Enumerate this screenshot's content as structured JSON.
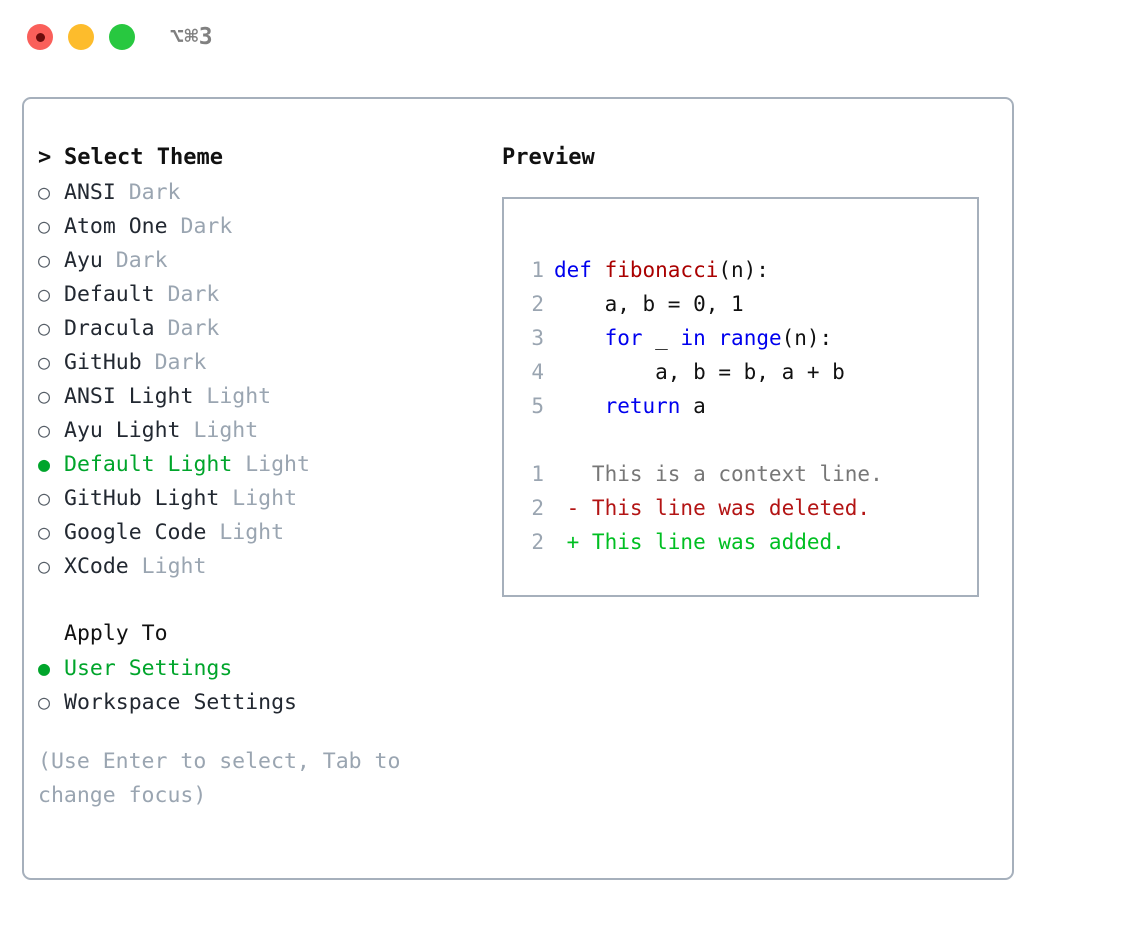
{
  "titlebar": {
    "shortcut": "⌥⌘3",
    "buttons": [
      {
        "name": "close",
        "color": "#fa5f5a"
      },
      {
        "name": "minimize",
        "color": "#fdbc2c"
      },
      {
        "name": "maximize",
        "color": "#28c840"
      }
    ]
  },
  "theme_picker": {
    "heading_prefix": ">",
    "heading": "Select Theme",
    "markers": {
      "selected": "●",
      "unselected": "○"
    },
    "items": [
      {
        "name": "ANSI",
        "category": "Dark",
        "selected": false
      },
      {
        "name": "Atom One",
        "category": "Dark",
        "selected": false
      },
      {
        "name": "Ayu",
        "category": "Dark",
        "selected": false
      },
      {
        "name": "Default",
        "category": "Dark",
        "selected": false
      },
      {
        "name": "Dracula",
        "category": "Dark",
        "selected": false
      },
      {
        "name": "GitHub",
        "category": "Dark",
        "selected": false
      },
      {
        "name": "ANSI Light",
        "category": "Light",
        "selected": false
      },
      {
        "name": "Ayu Light",
        "category": "Light",
        "selected": false
      },
      {
        "name": "Default Light",
        "category": "Light",
        "selected": true
      },
      {
        "name": "GitHub Light",
        "category": "Light",
        "selected": false
      },
      {
        "name": "Google Code",
        "category": "Light",
        "selected": false
      },
      {
        "name": "XCode",
        "category": "Light",
        "selected": false
      }
    ]
  },
  "apply_to": {
    "heading": "Apply To",
    "options": [
      {
        "label": "User Settings",
        "selected": true
      },
      {
        "label": "Workspace Settings",
        "selected": false
      }
    ]
  },
  "hint": "(Use Enter to select, Tab to change focus)",
  "preview": {
    "title": "Preview",
    "code_lines": [
      {
        "no": "1",
        "tokens": [
          {
            "text": "def ",
            "type": "kw"
          },
          {
            "text": "fibonacci",
            "type": "fn"
          },
          {
            "text": "(n):",
            "type": "plain"
          }
        ]
      },
      {
        "no": "2",
        "tokens": [
          {
            "text": "    a, b = 0, 1",
            "type": "plain"
          }
        ]
      },
      {
        "no": "3",
        "tokens": [
          {
            "text": "    ",
            "type": "plain"
          },
          {
            "text": "for",
            "type": "kw"
          },
          {
            "text": " _ ",
            "type": "plain"
          },
          {
            "text": "in",
            "type": "kw"
          },
          {
            "text": " ",
            "type": "plain"
          },
          {
            "text": "range",
            "type": "kw"
          },
          {
            "text": "(n):",
            "type": "plain"
          }
        ]
      },
      {
        "no": "4",
        "tokens": [
          {
            "text": "        a, b = b, a + b",
            "type": "plain"
          }
        ]
      },
      {
        "no": "5",
        "tokens": [
          {
            "text": "    ",
            "type": "plain"
          },
          {
            "text": "return",
            "type": "kw"
          },
          {
            "text": " a",
            "type": "plain"
          }
        ]
      }
    ],
    "diff_lines": [
      {
        "no": "1",
        "marker": " ",
        "text": " This is a context line.",
        "type": "ctx"
      },
      {
        "no": "2",
        "marker": "-",
        "text": " This line was deleted.",
        "type": "del"
      },
      {
        "no": "2",
        "marker": "+",
        "text": " This line was added.",
        "type": "add"
      }
    ]
  },
  "colors": {
    "accent_green": "#00a52b",
    "panel_border": "#a6b0bc",
    "muted_text": "#9aa5b1",
    "keyword_blue": "#0000ee",
    "function_red": "#aa0000",
    "diff_delete": "#b31414",
    "diff_add": "#00bf22"
  }
}
